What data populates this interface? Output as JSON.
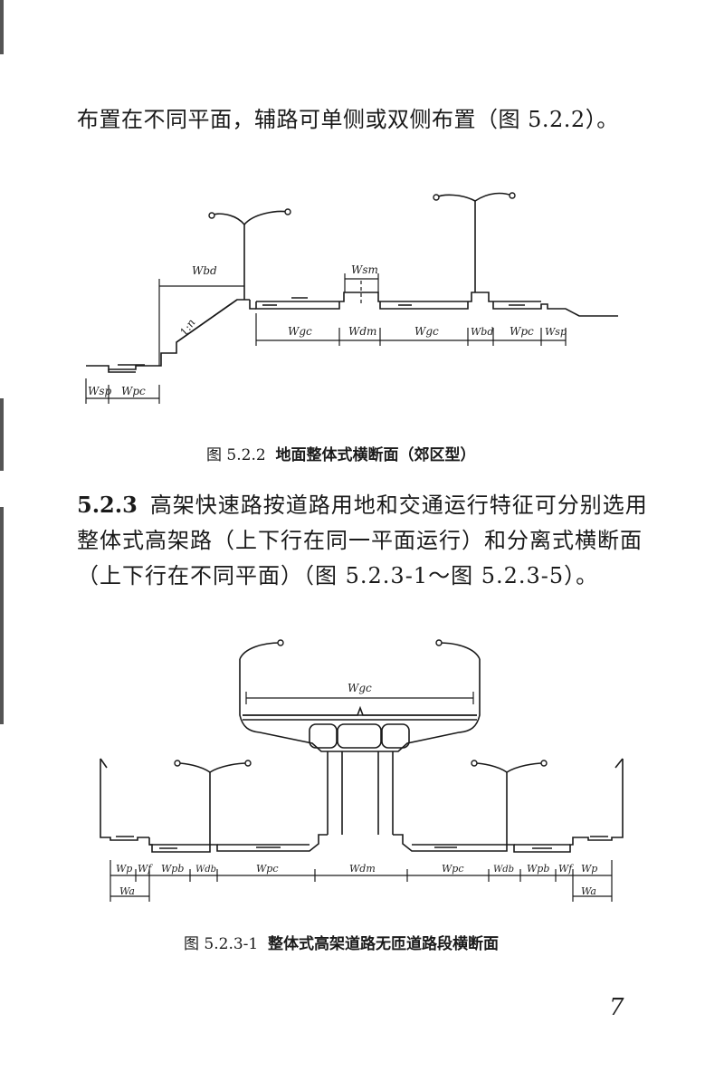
{
  "paragraph_top": "布置在不同平面，辅路可单侧或双侧布置（图 5.2.2）。",
  "figure1": {
    "number": "图 5.2.2",
    "caption": "地面整体式横断面（郊区型）",
    "labels": {
      "wbd_left": "Wbd",
      "wsm": "Wsm",
      "slope": "1:n",
      "wgc_1": "Wgc",
      "wdm": "Wdm",
      "wgc_2": "Wgc",
      "wbd_right": "Wbd",
      "wpc_right": "Wpc",
      "wsp_right": "Wsp",
      "wsp_left": "Wsp",
      "wpc_left": "Wpc"
    }
  },
  "section": {
    "number": "5.2.3",
    "text": "高架快速路按道路用地和交通运行特征可分别选用整体式高架路（上下行在同一平面运行）和分离式横断面（上下行在不同平面）（图 5.2.3-1～图 5.2.3-5）。"
  },
  "figure2": {
    "number": "图 5.2.3-1",
    "caption": "整体式高架道路无匝道路段横断面",
    "labels": {
      "wgc": "Wgc",
      "wp_l": "Wp",
      "wf_l": "Wf",
      "wpb_l": "Wpb",
      "wdb_l": "Wdb",
      "wpc_l": "Wpc",
      "wdm": "Wdm",
      "wpc_r": "Wpc",
      "wdb_r": "Wdb",
      "wpb_r": "Wpb",
      "wf_r": "Wf",
      "wp_r": "Wp",
      "wa_l": "Wa",
      "wa_r": "Wa"
    }
  },
  "page_number": "7"
}
